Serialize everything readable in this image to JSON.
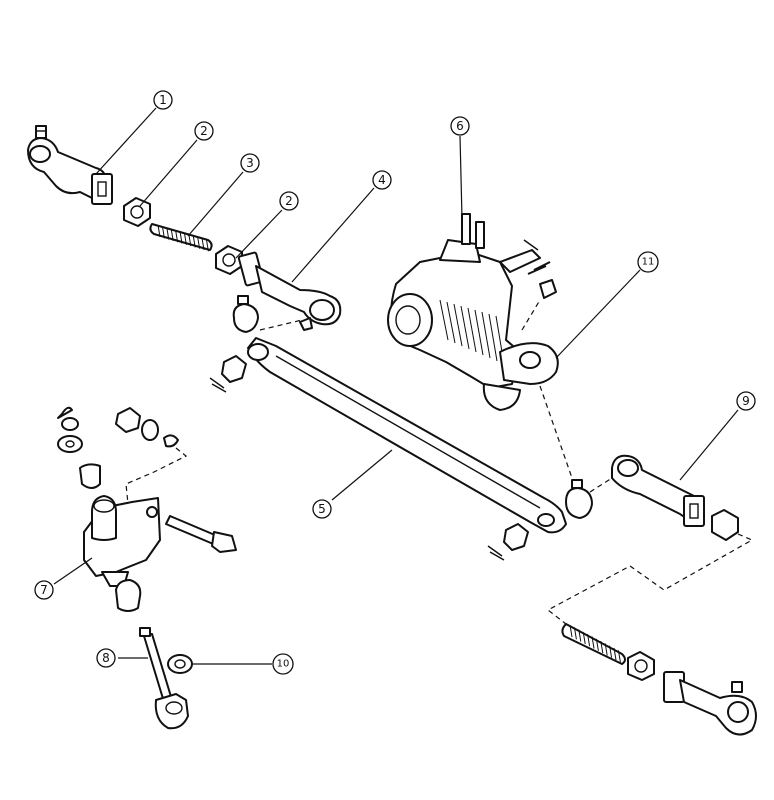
{
  "callouts": [
    {
      "id": "1",
      "part": "tie-rod-end"
    },
    {
      "id": "2",
      "part": "lock-nut"
    },
    {
      "id": "3",
      "part": "adjusting-tube"
    },
    {
      "id": "4",
      "part": "tie-rod-end"
    },
    {
      "id": "5",
      "part": "center-link"
    },
    {
      "id": "6",
      "part": "steering-gear-box"
    },
    {
      "id": "7",
      "part": "idler-arm-bracket"
    },
    {
      "id": "8",
      "part": "idler-arm"
    },
    {
      "id": "9",
      "part": "tie-rod-end"
    },
    {
      "id": "10",
      "part": "bushing"
    },
    {
      "id": "11",
      "part": "pitman-arm"
    }
  ],
  "colors": {
    "line": "#111111",
    "background": "#ffffff"
  }
}
